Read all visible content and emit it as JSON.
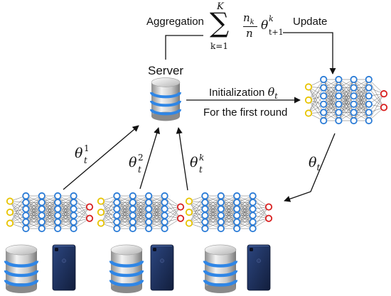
{
  "labels": {
    "aggregation": "Aggregation",
    "update": "Update",
    "server": "Server",
    "initialization": "Initialization",
    "first_round": "For the first round"
  },
  "formula": {
    "sum_upper": "K",
    "sum_symbol": "∑",
    "sum_lower": "k=1",
    "frac_num": "n",
    "frac_num_sub": "k",
    "frac_den": "n",
    "theta": "θ",
    "theta_sup": "k",
    "theta_sub": "t+1"
  },
  "init_param": {
    "theta": "θ",
    "sub": "t"
  },
  "client_params": [
    {
      "theta": "θ",
      "sup": "1",
      "sub": "t"
    },
    {
      "theta": "θ",
      "sup": "2",
      "sub": "t"
    },
    {
      "theta": "θ",
      "sup": "k",
      "sub": "t"
    }
  ],
  "broadcast_param": {
    "theta": "θ",
    "sub": "t"
  },
  "colors": {
    "input_node": "#e8c400",
    "hidden_node": "#2a7bd6",
    "output_node": "#d81e1e",
    "edge": "#333333",
    "db_stripe": "#2f86e6",
    "phone_body": "#1d2f5c"
  },
  "icons": [
    "server-database-icon",
    "neural-network-icon",
    "database-icon",
    "smartphone-icon"
  ]
}
